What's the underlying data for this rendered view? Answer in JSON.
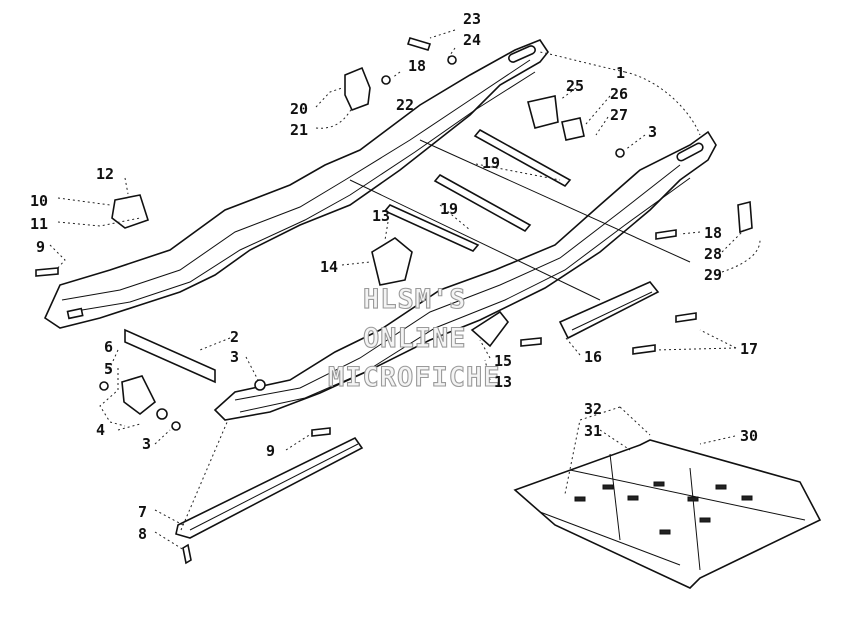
{
  "watermark": {
    "line1": "HLSM'S",
    "line2": "ONLINE",
    "line3": "MICROFICHE"
  },
  "callouts": [
    {
      "id": "c23a",
      "text": "23"
    },
    {
      "id": "c24a",
      "text": "24"
    },
    {
      "id": "c18a",
      "text": "18"
    },
    {
      "id": "c1a",
      "text": "1"
    },
    {
      "id": "c20a",
      "text": "20"
    },
    {
      "id": "c22a",
      "text": "22"
    },
    {
      "id": "c21a",
      "text": "21"
    },
    {
      "id": "c25a",
      "text": "25"
    },
    {
      "id": "c26a",
      "text": "26"
    },
    {
      "id": "c27a",
      "text": "27"
    },
    {
      "id": "c3a",
      "text": "3"
    },
    {
      "id": "c12a",
      "text": "12"
    },
    {
      "id": "c19a",
      "text": "19"
    },
    {
      "id": "c10a",
      "text": "10"
    },
    {
      "id": "c11a",
      "text": "11"
    },
    {
      "id": "c19b",
      "text": "19"
    },
    {
      "id": "c13a",
      "text": "13"
    },
    {
      "id": "c18b",
      "text": "18"
    },
    {
      "id": "c28a",
      "text": "28"
    },
    {
      "id": "c9a",
      "text": "9"
    },
    {
      "id": "c29a",
      "text": "29"
    },
    {
      "id": "c14a",
      "text": "14"
    },
    {
      "id": "c2a",
      "text": "2"
    },
    {
      "id": "c17a",
      "text": "17"
    },
    {
      "id": "c6a",
      "text": "6"
    },
    {
      "id": "c3b",
      "text": "3"
    },
    {
      "id": "c16a",
      "text": "16"
    },
    {
      "id": "c15a",
      "text": "15"
    },
    {
      "id": "c5a",
      "text": "5"
    },
    {
      "id": "c13b",
      "text": "13"
    },
    {
      "id": "c4a",
      "text": "4"
    },
    {
      "id": "c3c",
      "text": "3"
    },
    {
      "id": "c32a",
      "text": "32"
    },
    {
      "id": "c30a",
      "text": "30"
    },
    {
      "id": "c31a",
      "text": "31"
    },
    {
      "id": "c9b",
      "text": "9"
    },
    {
      "id": "c7a",
      "text": "7"
    },
    {
      "id": "c8a",
      "text": "8"
    }
  ]
}
